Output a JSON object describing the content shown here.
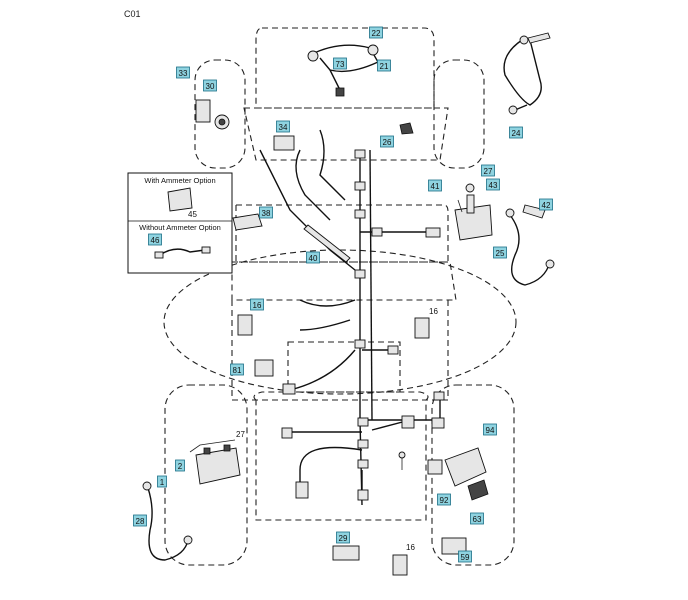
{
  "page_code": "C01",
  "inset": {
    "with_ammeter": "With Ammeter Option",
    "without_ammeter": "Without Ammeter Option"
  },
  "colors": {
    "callout_fill": "#8fd3e0",
    "callout_stroke": "#1a6f86",
    "line": "#111111"
  },
  "callouts": [
    {
      "id": "c22",
      "label": "22"
    },
    {
      "id": "c73",
      "label": "73"
    },
    {
      "id": "c21",
      "label": "21"
    },
    {
      "id": "c33",
      "label": "33"
    },
    {
      "id": "c30",
      "label": "30"
    },
    {
      "id": "c24",
      "label": "24"
    },
    {
      "id": "c34",
      "label": "34"
    },
    {
      "id": "c26",
      "label": "26"
    },
    {
      "id": "c27",
      "label": "27"
    },
    {
      "id": "c41",
      "label": "41"
    },
    {
      "id": "c43",
      "label": "43"
    },
    {
      "id": "c42",
      "label": "42"
    },
    {
      "id": "c38",
      "label": "38"
    },
    {
      "id": "c46",
      "label": "46"
    },
    {
      "id": "c40",
      "label": "40"
    },
    {
      "id": "c25",
      "label": "25"
    },
    {
      "id": "c16a",
      "label": "16"
    },
    {
      "id": "c81",
      "label": "81"
    },
    {
      "id": "c94",
      "label": "94"
    },
    {
      "id": "c2",
      "label": "2"
    },
    {
      "id": "c1",
      "label": "1"
    },
    {
      "id": "c92",
      "label": "92"
    },
    {
      "id": "c63",
      "label": "63"
    },
    {
      "id": "c28",
      "label": "28"
    },
    {
      "id": "c29",
      "label": "29"
    },
    {
      "id": "c59",
      "label": "59"
    }
  ],
  "plain_labels": [
    {
      "id": "p45",
      "label": "45"
    },
    {
      "id": "p16b",
      "label": "16"
    },
    {
      "id": "p16c",
      "label": "16"
    },
    {
      "id": "p27b",
      "label": "27"
    }
  ]
}
